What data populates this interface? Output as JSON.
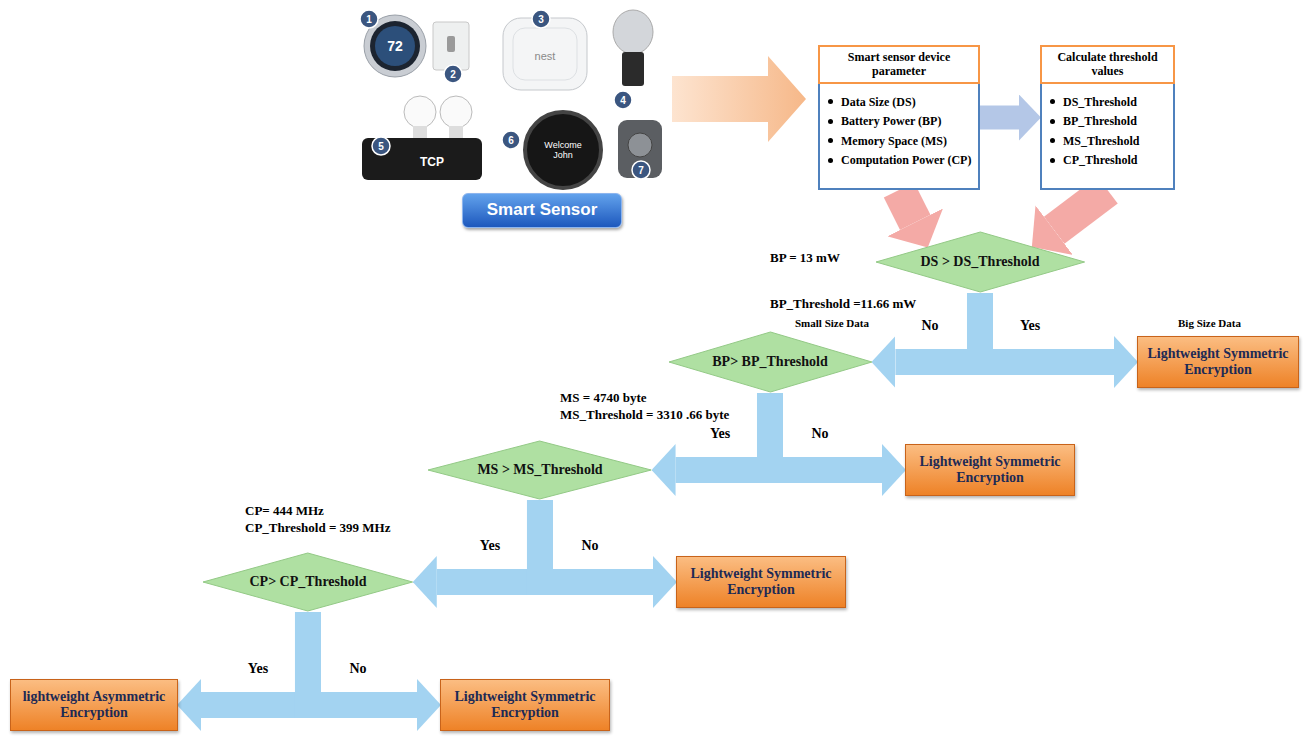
{
  "diagram": {
    "nodes": [
      {
        "text": [
          "Smart Sensor"
        ]
      },
      {
        "text": [
          "Smart sensor device parameter",
          "Data Size (DS)",
          "Battery Power (BP)",
          "Memory Space (MS)",
          "Computation Power (CP)"
        ]
      },
      {
        "text": [
          "Calculate threshold values",
          "DS_Threshold",
          "BP_Threshold",
          "MS_Threshold",
          "CP_Threshold"
        ]
      },
      {
        "text": [
          "DS > DS_Threshold"
        ]
      },
      {
        "text": [
          "BP> BP_Threshold"
        ]
      },
      {
        "text": [
          "Lightweight Symmetric Encryption"
        ]
      },
      {
        "text": [
          "MS > MS_Threshold"
        ]
      },
      {
        "text": [
          "Lightweight Symmetric Encryption"
        ]
      },
      {
        "text": [
          "CP> CP_Threshold"
        ]
      },
      {
        "text": [
          "Lightweight Symmetric Encryption"
        ]
      },
      {
        "text": [
          "lightweight Asymmetric Encryption"
        ]
      },
      {
        "text": [
          "Lightweight Symmetric Encryption"
        ]
      }
    ],
    "edges": [
      {
        "from": 1,
        "to": 2,
        "arrow": "to"
      },
      {
        "from": 1,
        "to": 3,
        "arrow": "to"
      },
      {
        "from": 2,
        "to": 3,
        "arrow": "to"
      },
      {
        "from": 3,
        "to": 4,
        "label": "No",
        "arrow": "to"
      },
      {
        "from": 3,
        "to": 5,
        "label": "Yes",
        "arrow": "to"
      },
      {
        "from": 4,
        "to": 6,
        "label": "Yes",
        "arrow": "to"
      },
      {
        "from": 4,
        "to": 7,
        "label": "No",
        "arrow": "to"
      },
      {
        "from": 6,
        "to": 8,
        "label": "Yes",
        "arrow": "to"
      },
      {
        "from": 6,
        "to": 9,
        "label": "No",
        "arrow": "to"
      },
      {
        "from": 8,
        "to": 10,
        "label": "Yes",
        "arrow": "to"
      },
      {
        "from": 8,
        "to": 11,
        "label": "No",
        "arrow": "to"
      }
    ],
    "labels": [
      "1",
      "72",
      "2",
      "3",
      "nest",
      "4",
      "5",
      "TCP",
      "6",
      "Welcome John",
      "7",
      "BP = 13 mW",
      "BP_Threshold =11.66 mW",
      "Small Size Data",
      "Big Size Data",
      "MS = 4740 byte",
      "MS_Threshold = 3310 .66 byte",
      "CP= 444 MHz",
      "CP_Threshold = 399 MHz"
    ]
  }
}
